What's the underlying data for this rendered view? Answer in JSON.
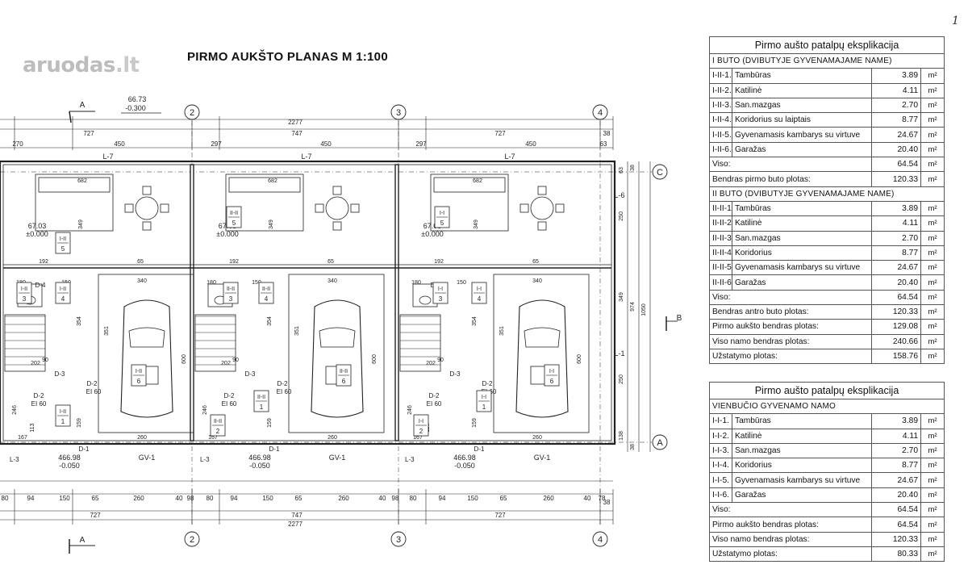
{
  "branding": {
    "logo_main": "aruodas",
    "logo_suffix": ".lt"
  },
  "page_number": "1",
  "plan_title": "PIRMO AUKŠTO PLANAS M 1:100",
  "plan": {
    "axes_labels": [
      "2",
      "3",
      "4"
    ],
    "axis_rows": [
      "C",
      "A"
    ],
    "section_marks": [
      "A",
      "A",
      "B"
    ],
    "elevations": [
      {
        "level": "66.73",
        "delta": "-0.300"
      },
      {
        "level": "67.03",
        "delta": "±0.000"
      },
      {
        "level": "67.03",
        "delta": "±0.000"
      },
      {
        "level": "67.03",
        "delta": "±0.000"
      },
      {
        "level": "466.98",
        "delta": "-0.050"
      },
      {
        "level": "466.98",
        "delta": "-0.050"
      },
      {
        "level": "466.98",
        "delta": "-0.050"
      }
    ],
    "top_dims_1": [
      "727",
      "747",
      "727",
      "38"
    ],
    "top_total": "2277",
    "top_dims_2": [
      "270",
      "450",
      "297",
      "450",
      "297",
      "450",
      "63"
    ],
    "window_labels": [
      "L-7",
      "L-7",
      "L-7",
      "L-6",
      "L-1"
    ],
    "garage_labels": [
      "GV-1",
      "GV-1",
      "GV-1"
    ],
    "door_labels": [
      "D-4",
      "D-4",
      "D-4",
      "D-3",
      "D-3",
      "D-3",
      "D-2",
      "D-2",
      "D-2",
      "D-2",
      "D-2",
      "D-1",
      "D-1"
    ],
    "ei_labels": [
      "EI 60",
      "EI 60",
      "EI 60",
      "EI 60",
      "EI 60"
    ],
    "l3_labels": [
      "L-3",
      "L-3",
      "L-3"
    ],
    "bottom_dims_1": [
      "80",
      "94",
      "150",
      "65",
      "260",
      "40",
      "98",
      "80",
      "94",
      "150",
      "65",
      "260",
      "40",
      "98",
      "80",
      "94",
      "150",
      "65",
      "260",
      "40",
      "78"
    ],
    "bottom_dims_2": [
      "727",
      "747",
      "727",
      "38"
    ],
    "bottom_total": "2277",
    "side_dims": [
      "63",
      "38",
      "250",
      "349",
      "974",
      "1050",
      "250",
      "138",
      "38"
    ],
    "inner_dims": [
      "682",
      "682",
      "682",
      "349",
      "349",
      "349",
      "192",
      "192",
      "192",
      "340",
      "340",
      "340",
      "351",
      "351",
      "351",
      "600",
      "600",
      "600",
      "180",
      "180",
      "180",
      "150",
      "150",
      "150",
      "202",
      "202",
      "202",
      "90",
      "90",
      "90",
      "260",
      "260",
      "260",
      "167",
      "167",
      "167",
      "113",
      "113",
      "113",
      "159",
      "159",
      "159",
      "246",
      "246",
      "246",
      "354",
      "354",
      "354",
      "65",
      "65",
      "65",
      "150",
      "150"
    ],
    "room_tags": [
      {
        "code": "I-II",
        "num": "5"
      },
      {
        "code": "I-II",
        "num": "4"
      },
      {
        "code": "I-II",
        "num": "3"
      },
      {
        "code": "I-II",
        "num": "1"
      },
      {
        "code": "I-II",
        "num": "6"
      },
      {
        "code": "II-II",
        "num": "5"
      },
      {
        "code": "II-II",
        "num": "4"
      },
      {
        "code": "II-II",
        "num": "3"
      },
      {
        "code": "II-II",
        "num": "2"
      },
      {
        "code": "II-II",
        "num": "6"
      },
      {
        "code": "II-II",
        "num": "1"
      },
      {
        "code": "I-I",
        "num": "5"
      },
      {
        "code": "I-I",
        "num": "4"
      },
      {
        "code": "I-I",
        "num": "3"
      },
      {
        "code": "I-I",
        "num": "2"
      },
      {
        "code": "I-I",
        "num": "6"
      },
      {
        "code": "I-I",
        "num": "1"
      }
    ]
  },
  "table1": {
    "title": "Pirmo aušto patalpų eksplikacija",
    "section1": "I BUTO (DVIBUTYJE GYVENAMAJAME NAME)",
    "rows1": [
      {
        "code": "I-II-1.",
        "name": "Tambūras",
        "value": "3.89",
        "unit": "m²"
      },
      {
        "code": "I-II-2.",
        "name": "Katilinė",
        "value": "4.11",
        "unit": "m²"
      },
      {
        "code": "I-II-3.",
        "name": "San.mazgas",
        "value": "2.70",
        "unit": "m²"
      },
      {
        "code": "I-II-4.",
        "name": "Koridorius su laiptais",
        "value": "8.77",
        "unit": "m²"
      },
      {
        "code": "I-II-5.",
        "name": "Gyvenamasis kambarys su virtuve",
        "value": "24.67",
        "unit": "m²"
      },
      {
        "code": "I-II-6.",
        "name": "Garažas",
        "value": "20.40",
        "unit": "m²"
      }
    ],
    "sum1": {
      "label": "Viso:",
      "value": "64.54",
      "unit": "m²"
    },
    "total1": {
      "label": "Bendras pirmo buto plotas:",
      "value": "120.33",
      "unit": "m²"
    },
    "section2": "II BUTO (DVIBUTYJE GYVENAMAJAME NAME)",
    "rows2": [
      {
        "code": "II-II-1",
        "name": "Tambūras",
        "value": "3.89",
        "unit": "m²"
      },
      {
        "code": "II-II-2",
        "name": "Katilinė",
        "value": "4.11",
        "unit": "m²"
      },
      {
        "code": "II-II-3",
        "name": "San.mazgas",
        "value": "2.70",
        "unit": "m²"
      },
      {
        "code": "II-II-4",
        "name": "Koridorius",
        "value": "8.77",
        "unit": "m²"
      },
      {
        "code": "II-II-5",
        "name": "Gyvenamasis kambarys su virtuve",
        "value": "24.67",
        "unit": "m²"
      },
      {
        "code": "II-II-6",
        "name": "Garažas",
        "value": "20.40",
        "unit": "m²"
      }
    ],
    "sum2": {
      "label": "Viso:",
      "value": "64.54",
      "unit": "m²"
    },
    "totals2": [
      {
        "label": "Bendras antro buto plotas:",
        "value": "120.33",
        "unit": "m²"
      },
      {
        "label": "Pirmo aukšto bendras plotas:",
        "value": "129.08",
        "unit": "m²"
      },
      {
        "label": "Viso namo bendras plotas:",
        "value": "240.66",
        "unit": "m²"
      },
      {
        "label": "Užstatymo plotas:",
        "value": "158.76",
        "unit": "m²"
      }
    ]
  },
  "table2": {
    "title": "Pirmo aušto patalpų eksplikacija",
    "section": "VIENBUČIO GYVENAMO NAMO",
    "rows": [
      {
        "code": "I-I-1.",
        "name": "Tambūras",
        "value": "3.89",
        "unit": "m²"
      },
      {
        "code": "I-I-2.",
        "name": "Katilinė",
        "value": "4.11",
        "unit": "m²"
      },
      {
        "code": "I-I-3.",
        "name": "San.mazgas",
        "value": "2.70",
        "unit": "m²"
      },
      {
        "code": "I-I-4.",
        "name": "Koridorius",
        "value": "8.77",
        "unit": "m²"
      },
      {
        "code": "I-I-5.",
        "name": "Gyvenamasis kambarys su virtuve",
        "value": "24.67",
        "unit": "m²"
      },
      {
        "code": "I-I-6.",
        "name": "Garažas",
        "value": "20.40",
        "unit": "m²"
      }
    ],
    "totals": [
      {
        "label": "Viso:",
        "value": "64.54",
        "unit": "m²"
      },
      {
        "label": "Pirmo aukšto bendras plotas:",
        "value": "64.54",
        "unit": "m²"
      },
      {
        "label": "Viso namo bendras plotas:",
        "value": "120.33",
        "unit": "m²"
      },
      {
        "label": "Užstatymo plotas:",
        "value": "80.33",
        "unit": "m²"
      }
    ]
  }
}
